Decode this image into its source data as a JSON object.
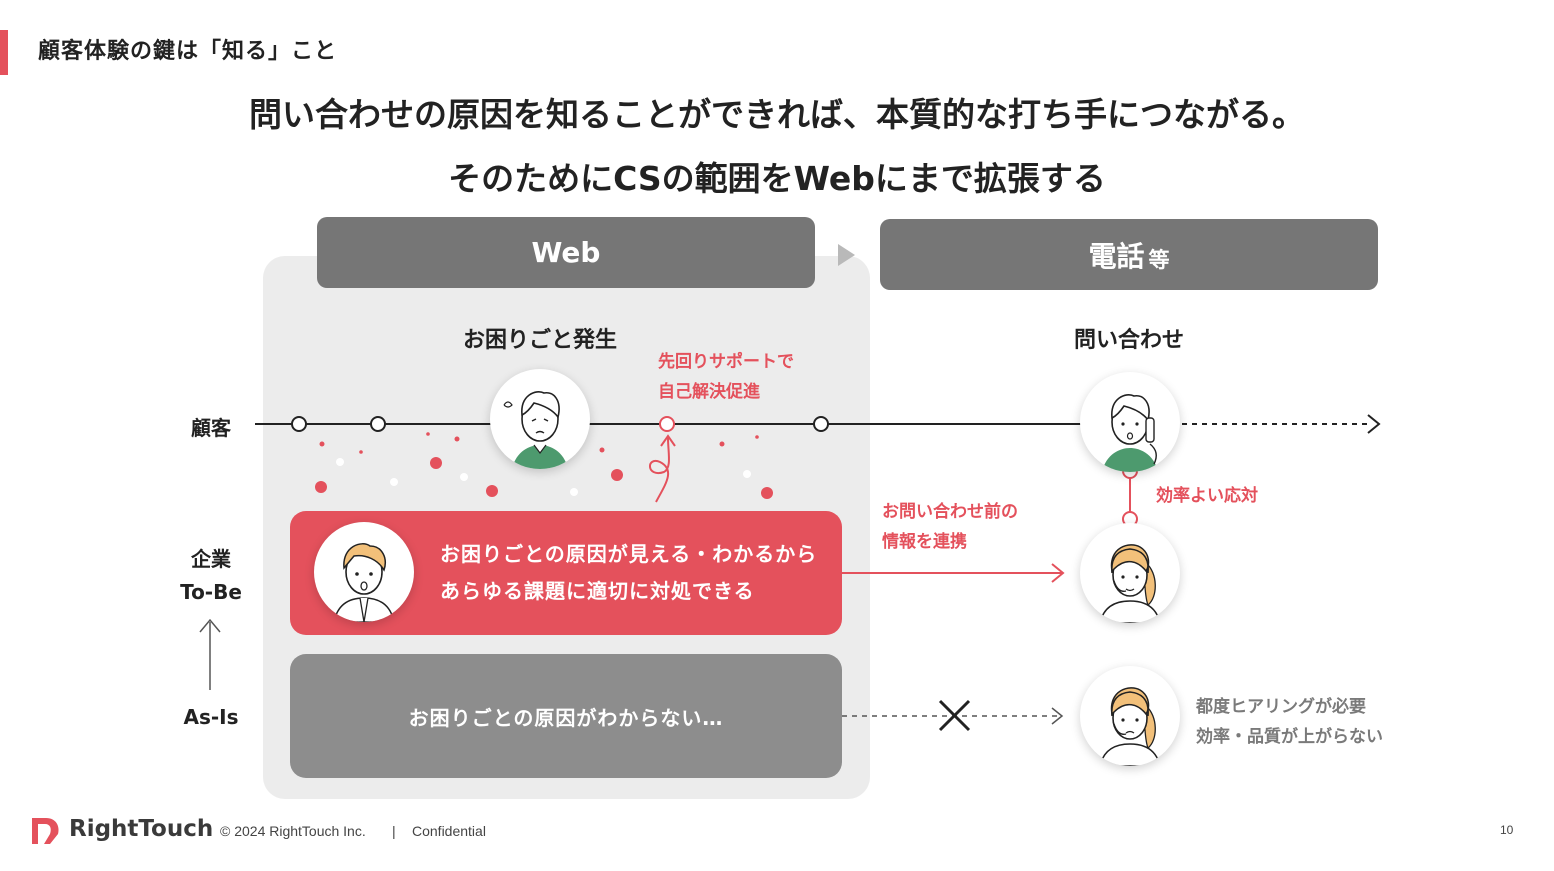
{
  "section_title": "顧客体験の鍵は「知る」こと",
  "headline_1": "問い合わせの原因を知ることができれば、本質的な打ち手につながる。",
  "headline_2": "そのためにCSの範囲をWebにまで拡張する",
  "columns": {
    "web": "Web",
    "phone": "電話",
    "phone_suffix": "等"
  },
  "stages": {
    "trouble": "お困りごと発生",
    "inquiry": "問い合わせ"
  },
  "rows": {
    "customer": "顧客",
    "company": "企業",
    "to_be": "To-Be",
    "as_is": "As-Is"
  },
  "annotations": {
    "proactive_line1": "先回りサポートで",
    "proactive_line2": "自己解決促進",
    "share_line1": "お問い合わせ前の",
    "share_line2": "情報を連携",
    "efficient": "効率よい応対",
    "asis_line1": "都度ヒアリングが必要",
    "asis_line2": "効率・品質が上がらない"
  },
  "tobe_box": {
    "line1": "お困りごとの原因が見える・わかるから",
    "line2": "あらゆる課題に適切に対処できる"
  },
  "asis_box": "お困りごとの原因がわからない…",
  "footer": {
    "logo": "RightTouch",
    "copyright": "© 2024 RightTouch Inc.",
    "separator": "|",
    "confidential": "Confidential",
    "page": "10"
  },
  "colors": {
    "accent": "#e4515c",
    "header_gray": "#767676",
    "panel_gray": "#ececec",
    "asis_gray": "#8d8d8d"
  }
}
